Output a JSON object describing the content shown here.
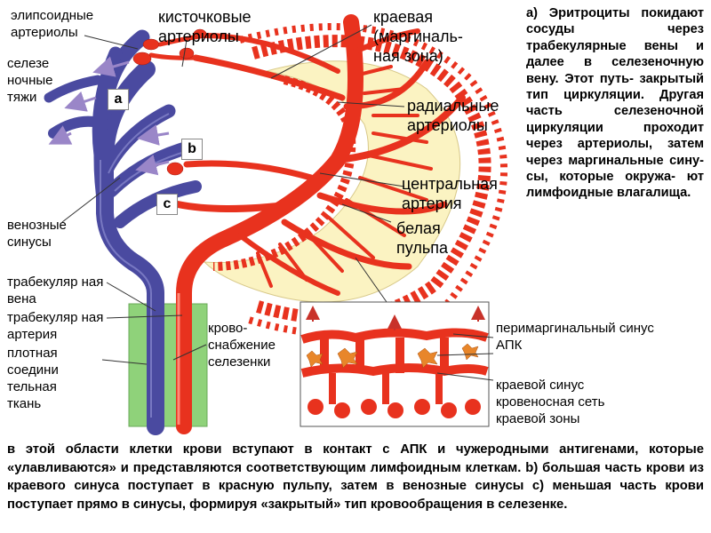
{
  "labels": {
    "ellipsoid_arterioles": "элипсоидные артериолы",
    "brush_arterioles": "кисточковые артериолы",
    "marginal_zone": "краевая (маргиналь- ная зона)",
    "splenic_cords": "селезе ночные тяжи",
    "radial_arterioles": "радиальные артериолы",
    "central_artery": "центральная артерия",
    "white_pulp": "белая пульпа",
    "venous_sinuses": "венозные синусы",
    "trabecular_vein": "трабекуляр ная вена",
    "trabecular_artery": "трабекуляр ная артерия",
    "dense_connective_tissue": "плотная соедини тельная ткань",
    "spleen_blood_supply": "крово- снабжение селезенки",
    "perimarginal_sinus": "перимаргинальный синус",
    "apc": "АПК",
    "marginal_sinus": "краевой синус",
    "vascular_network": "кровеносная сеть",
    "marginal_zone_network": "краевой зоны",
    "path_a": "a",
    "path_b": "b",
    "path_c": "c"
  },
  "right_paragraph": "а) Эритроциты покидают сосуды через трабекулярные вены и далее в селезеночную вену. Этот путь- закрытый тип циркуляции. Другая часть селезеночной циркуляции проходит через артериолы, затем через маргинальные сину- сы, которые окружа- ют лимфоидные влагалища.",
  "bottom_paragraph": "в этой области клетки крови вступают в контакт с АПК и чужеродными антигенами, которые «улавливаются» и представляются соответствующим лимфоидным клеткам. b) большая часть крови из краевого синуса поступает в красную пульпу, затем в венозные синусы c) меньшая часть крови поступает прямо в синусы, формируя «закрытый» тип кровообращения в селезенке.",
  "colors": {
    "artery": "#e8321e",
    "vein": "#4a4aa0",
    "white_pulp": "#fbf3c2",
    "connective_tissue": "#8fd27a",
    "apc": "#e8862a",
    "arrow": "#9a86c8"
  }
}
